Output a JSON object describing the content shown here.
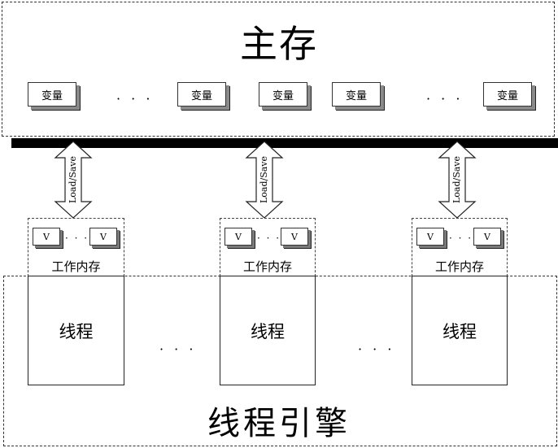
{
  "main_memory": {
    "title": "主存",
    "variable_label": "变量",
    "ellipsis": "· · ·"
  },
  "bus": {
    "arrow_label": "Load/Save"
  },
  "working_memory": {
    "label": "工作内存",
    "v_label": "V",
    "ellipsis": "· · ·"
  },
  "thread_engine": {
    "title": "线程引擎",
    "thread_label": "线程",
    "ellipsis": "· · ·"
  }
}
